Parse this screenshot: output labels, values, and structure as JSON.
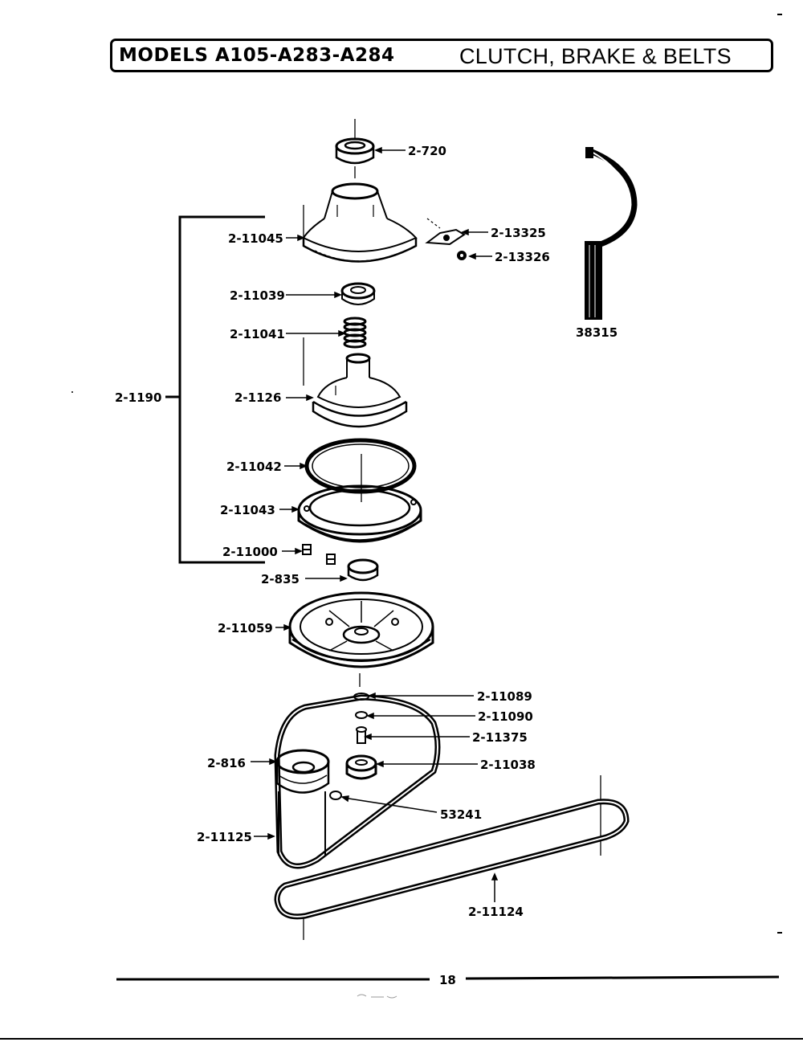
{
  "header": {
    "models": "MODELS A105-A283-A284",
    "section": "CLUTCH, BRAKE & BELTS"
  },
  "parts": {
    "p2720": "2-720",
    "p211045": "2-11045",
    "p213325": "2-13325",
    "p213326": "2-13326",
    "p38315": "38315",
    "p211039": "2-11039",
    "p211041": "2-11041",
    "p21190": "2-1190",
    "p21126": "2-1126",
    "p211042": "2-11042",
    "p211043": "2-11043",
    "p211000": "2-11000",
    "p2835": "2-835",
    "p211059": "2-11059",
    "p211089": "2-11089",
    "p211090": "2-11090",
    "p211375": "2-11375",
    "p2816": "2-816",
    "p211038": "2-11038",
    "p53241": "53241",
    "p211125": "2-11125",
    "p211124": "2-11124"
  },
  "footer": {
    "page_number": "18"
  }
}
